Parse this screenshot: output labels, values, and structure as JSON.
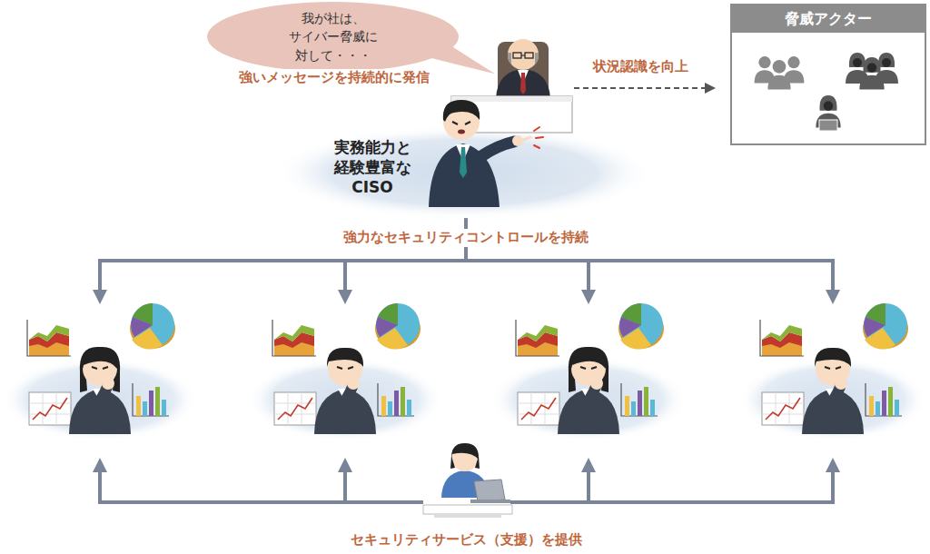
{
  "diagram": {
    "nodes": [
      {
        "text": [
          "我が社は、サイバー脅威に 対して・・・"
        ]
      },
      {
        "text": [
          "脅威アクター"
        ]
      },
      {
        "text": [
          "実務能力と 経験豊富な CISO"
        ]
      }
    ],
    "labels": [
      "強いメッセージを持続的に発信",
      "状況認識を向上",
      "強力なセキュリティコントロールを持続",
      "セキュリティサービス（支援）を提供"
    ]
  }
}
